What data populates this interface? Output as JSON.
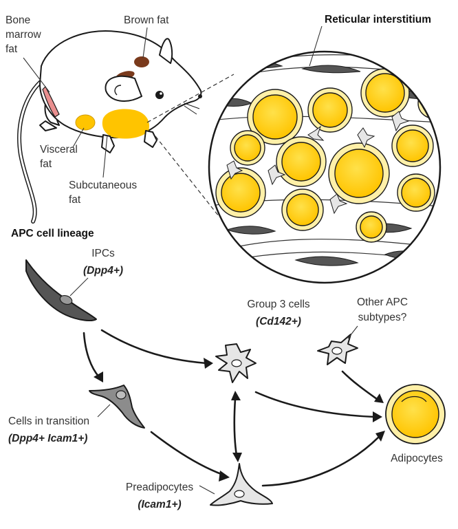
{
  "colors": {
    "fat_yellow": "#ffd400",
    "fat_rim": "#fff0a8",
    "fat_orange": "#ffb800",
    "ipc_dark": "#555555",
    "transition_gray": "#8c8c8c",
    "light_cell": "#e6e6e6",
    "brown_fat": "#7a3a1c",
    "marrow_pink": "#e98f8f"
  },
  "mouse": {
    "labels": {
      "bone_marrow_line1": "Bone",
      "bone_marrow_line2": "marrow",
      "bone_marrow_line3": "fat",
      "brown_fat": "Brown fat",
      "visceral_line1": "Visceral",
      "visceral_line2": "fat",
      "subcutaneous_line1": "Subcutaneous",
      "subcutaneous_line2": "fat"
    }
  },
  "interstitium": {
    "title": "Reticular interstitium"
  },
  "lineage": {
    "title": "APC cell lineage",
    "ipcs": {
      "name": "IPCs",
      "marker": "(Dpp4+)"
    },
    "group3": {
      "name": "Group 3 cells",
      "marker": "(Cd142+)"
    },
    "other": {
      "line1": "Other APC",
      "line2": "subtypes?"
    },
    "transition": {
      "name": "Cells in transition",
      "marker": "(Dpp4+ Icam1+)"
    },
    "preadipocytes": {
      "name": "Preadipocytes",
      "marker": "(Icam1+)"
    },
    "adipocytes": {
      "name": "Adipocytes"
    }
  }
}
